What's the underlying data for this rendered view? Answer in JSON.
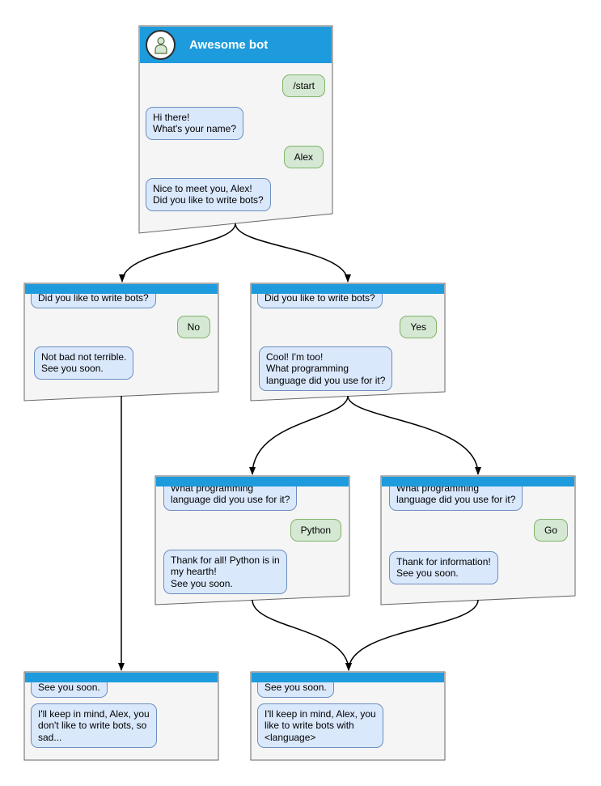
{
  "colors": {
    "header_blue": "#1e9bdc",
    "window_fill": "#f5f5f5",
    "window_border": "#666666",
    "bot_fill": "#dae8fc",
    "bot_border": "#6c8ebf",
    "user_fill": "#d5e8d4",
    "user_border": "#82b366"
  },
  "windows": [
    {
      "id": "main",
      "title": "Awesome bot",
      "bubbles": [
        {
          "side": "user",
          "text": "/start"
        },
        {
          "side": "bot",
          "text": "Hi there!\nWhat's your name?"
        },
        {
          "side": "user",
          "text": "Alex"
        },
        {
          "side": "bot",
          "text": "Nice to meet you, Alex!\nDid you like to write bots?"
        }
      ]
    },
    {
      "id": "branch-no",
      "bubbles": [
        {
          "side": "bot",
          "text": "Did you like to write bots?"
        },
        {
          "side": "user",
          "text": "No"
        },
        {
          "side": "bot",
          "text": "Not bad not terrible.\nSee you soon."
        }
      ]
    },
    {
      "id": "branch-yes",
      "bubbles": [
        {
          "side": "bot",
          "text": "Did you like to write bots?"
        },
        {
          "side": "user",
          "text": "Yes"
        },
        {
          "side": "bot",
          "text": "Cool! I'm too!\nWhat programming\nlanguage did you use for it?"
        }
      ]
    },
    {
      "id": "branch-python",
      "bubbles": [
        {
          "side": "bot",
          "text": "What programming\nlanguage did you use for it?"
        },
        {
          "side": "user",
          "text": "Python"
        },
        {
          "side": "bot",
          "text": "Thank for all! Python is in\nmy hearth!\nSee you soon."
        }
      ]
    },
    {
      "id": "branch-go",
      "bubbles": [
        {
          "side": "bot",
          "text": "What programming\nlanguage did you use for it?"
        },
        {
          "side": "user",
          "text": "Go"
        },
        {
          "side": "bot",
          "text": "Thank for information!\nSee you soon."
        }
      ]
    },
    {
      "id": "end-no",
      "bubbles": [
        {
          "side": "bot",
          "text": "See you soon."
        },
        {
          "side": "bot",
          "text": "I'll keep in mind, Alex, you\ndon't like to write bots, so\nsad..."
        }
      ]
    },
    {
      "id": "end-yes",
      "bubbles": [
        {
          "side": "bot",
          "text": "See you soon."
        },
        {
          "side": "bot",
          "text": "I'll keep in mind, Alex, you\nlike to write bots with\n<language>"
        }
      ]
    }
  ]
}
